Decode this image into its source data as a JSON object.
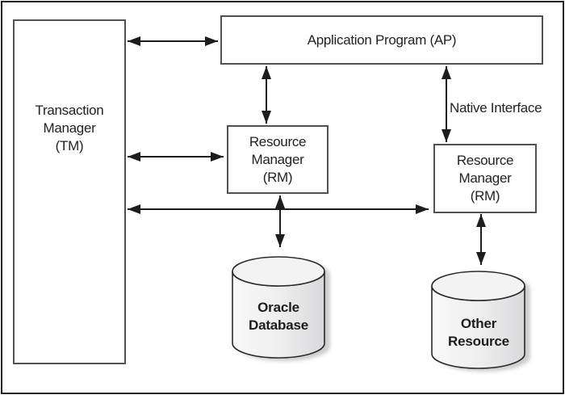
{
  "diagram": {
    "nodes": {
      "tm": {
        "label": "Transaction\nManager\n(TM)"
      },
      "ap": {
        "label": "Application Program (AP)"
      },
      "rm_middle": {
        "label": "Resource\nManager\n(RM)"
      },
      "rm_right": {
        "label": "Resource\nManager\n(RM)"
      },
      "oracle_db": {
        "label": "Oracle\nDatabase"
      },
      "other_resource": {
        "label": "Other\nResource"
      }
    },
    "annotations": {
      "native_interface": "Native Interface"
    },
    "connectors": [
      {
        "from": "tm",
        "to": "ap",
        "bidirectional": true
      },
      {
        "from": "ap",
        "to": "rm_middle",
        "bidirectional": true
      },
      {
        "from": "tm",
        "to": "rm_middle",
        "bidirectional": true
      },
      {
        "from": "ap",
        "to": "rm_right",
        "bidirectional": true,
        "label": "Native Interface"
      },
      {
        "from": "tm",
        "to": "rm_right",
        "bidirectional": true
      },
      {
        "from": "rm_middle",
        "to": "oracle_db",
        "bidirectional": true
      },
      {
        "from": "rm_right",
        "to": "other_resource",
        "bidirectional": true
      }
    ],
    "colors": {
      "background": "#ffffff",
      "outer_border": "#242424",
      "box_border": "#515153",
      "line": "#1d1d1b",
      "text": "#222222",
      "cylinder_fill_light": "#f9f9f9",
      "cylinder_fill_dark": "#d8d9db",
      "cylinder_top_fill": "#f3f3f4",
      "shadow": "#c5c5c5"
    }
  }
}
